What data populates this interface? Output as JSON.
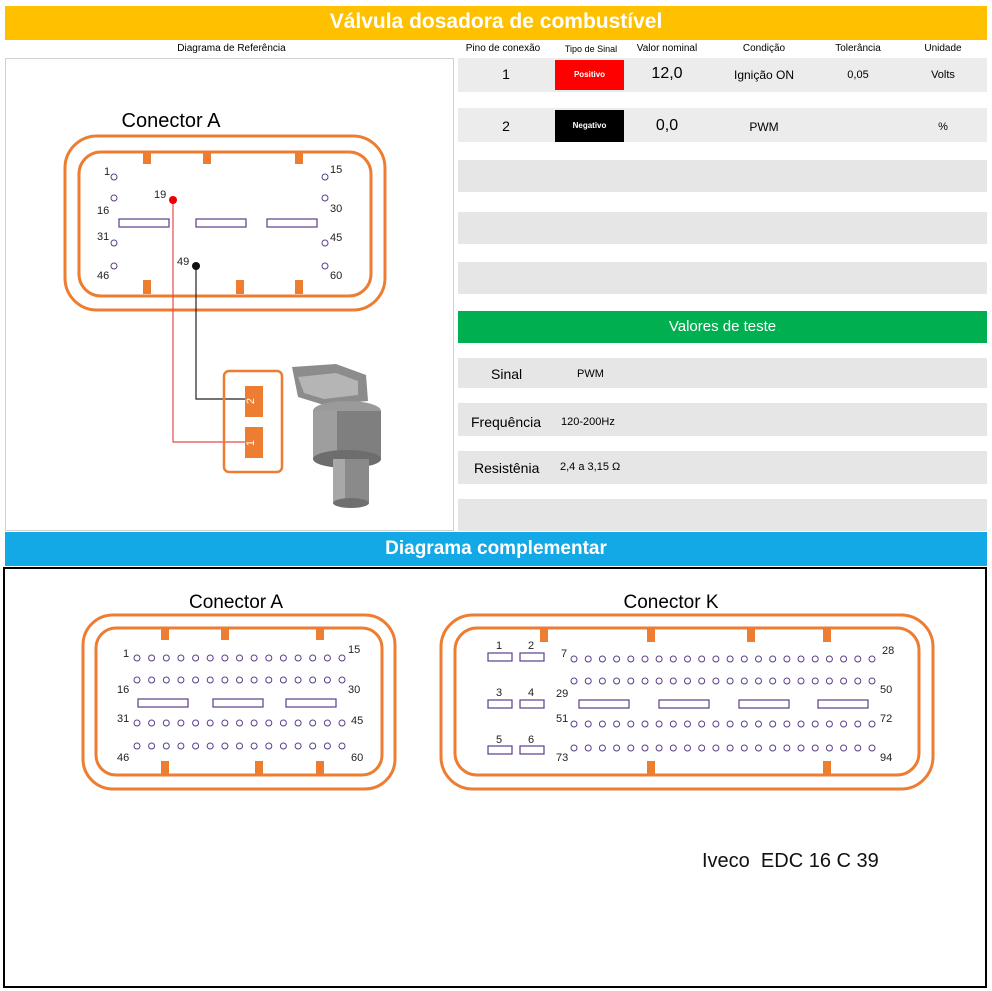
{
  "title": "Válvula dosadora de combustível",
  "headers": {
    "diagram": "Diagrama de Referência",
    "pin": "Pino de conexão",
    "signal_type": "Tipo de Sinal",
    "nominal": "Valor nominal",
    "condition": "Condição",
    "tolerance": "Tolerância",
    "unit": "Unidade"
  },
  "rows": [
    {
      "pin": "1",
      "signal": "Positivo",
      "signal_color": "#ff0000",
      "nominal": "12,0",
      "condition": "Ignição ON",
      "tolerance": "0,05",
      "unit": "Volts"
    },
    {
      "pin": "2",
      "signal": "Negativo",
      "signal_color": "#000000",
      "nominal": "0,0",
      "condition": "PWM",
      "tolerance": "",
      "unit": "%"
    }
  ],
  "ref_diagram": {
    "connector_title": "Conector A",
    "pins": {
      "p1": "1",
      "p16": "16",
      "p31": "31",
      "p46": "46",
      "p15": "15",
      "p30": "30",
      "p45": "45",
      "p60": "60",
      "p19": "19",
      "p49": "49"
    },
    "valve_pins": {
      "a": "2",
      "b": "1"
    }
  },
  "test_values": {
    "title": "Valores de teste",
    "items": [
      {
        "label": "Sinal",
        "value": "PWM"
      },
      {
        "label": "Frequência",
        "value": "120-200Hz"
      },
      {
        "label": "Resistênia",
        "value": "2,4 a 3,15 Ω"
      }
    ]
  },
  "complementary": {
    "title": "Diagrama complementar",
    "connector_a": {
      "title": "Conector A",
      "labels": {
        "p1": "1",
        "p15": "15",
        "p16": "16",
        "p30": "30",
        "p31": "31",
        "p45": "45",
        "p46": "46",
        "p60": "60"
      }
    },
    "connector_k": {
      "title": "Conector K",
      "labels": {
        "p1": "1",
        "p2": "2",
        "p3": "3",
        "p4": "4",
        "p5": "5",
        "p6": "6",
        "p7": "7",
        "p28": "28",
        "p29": "29",
        "p50": "50",
        "p51": "51",
        "p72": "72",
        "p73": "73",
        "p94": "94"
      }
    },
    "ecu_label": "Iveco  EDC 16 C 39"
  },
  "colors": {
    "yellow": "#ffc000",
    "green": "#00b050",
    "blue": "#12a9e6",
    "orange": "#ed7d31",
    "purple": "#5a3d8a"
  }
}
